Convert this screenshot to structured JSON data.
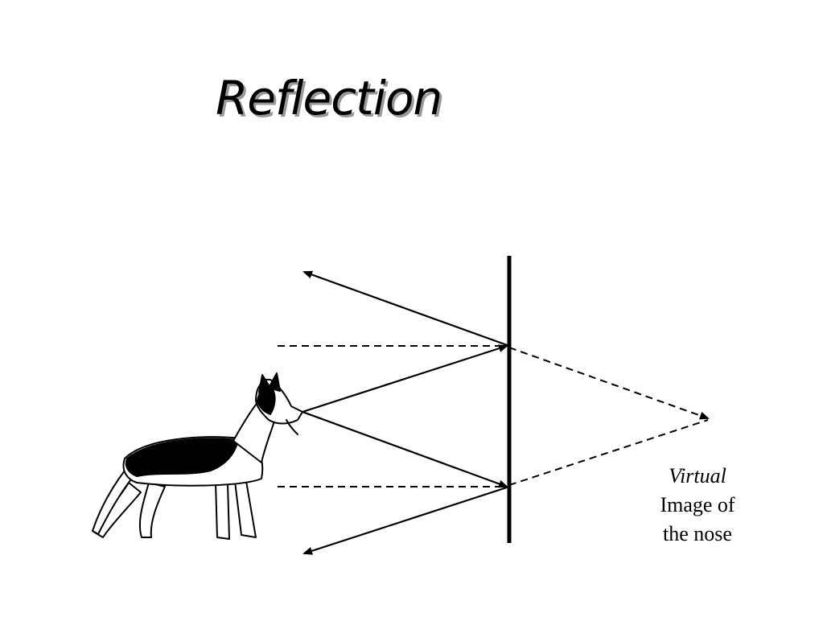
{
  "slide": {
    "title": "Reflection",
    "caption": {
      "line1": "Virtual",
      "line2": "Image of",
      "line3": "the nose"
    }
  },
  "colors": {
    "ink": "#000000",
    "shadow": "#9a9a9a",
    "background": "#ffffff"
  },
  "icons": [
    "dog-illustration"
  ]
}
